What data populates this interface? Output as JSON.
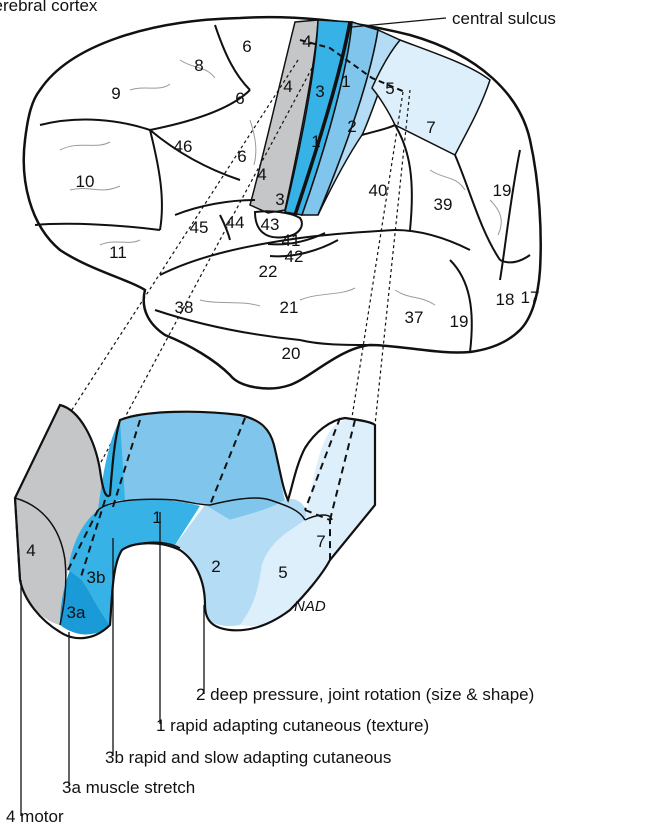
{
  "title": "cerebral cortex",
  "central_sulcus_label": "central sulcus",
  "colors": {
    "motor_grey": "#c5c6c8",
    "area_3a": "#1a9ad6",
    "area_3b": "#36b2e6",
    "area_1": "#80c6ec",
    "area_2": "#b4dcf4",
    "area_5_7": "#dceffb",
    "outline": "#111111"
  },
  "brodmann_areas": {
    "a6a": "6",
    "a6b": "6",
    "a6c": "6",
    "a4a": "4",
    "a4b": "4",
    "a4c": "4",
    "a3a": "3",
    "a3b": "3",
    "a1a": "1",
    "a1b": "1",
    "a2": "2",
    "a5": "5",
    "a7": "7",
    "a8": "8",
    "a9": "9",
    "a46": "46",
    "a10": "10",
    "a11": "11",
    "a45": "45",
    "a44": "44",
    "a43": "43",
    "a41": "41",
    "a42": "42",
    "a22": "22",
    "a38": "38",
    "a21": "21",
    "a20": "20",
    "a37": "37",
    "a40": "40",
    "a39": "39",
    "a19a": "19",
    "a19b": "19",
    "a18": "18",
    "a17": "17"
  },
  "section_labels": {
    "s4": "4",
    "s3b": "3b",
    "s3a": "3a",
    "s1": "1",
    "s2": "2",
    "s5": "5",
    "s7": "7"
  },
  "signature": "NAD",
  "captions": [
    "2 deep pressure, joint rotation (size & shape)",
    "1 rapid adapting cutaneous (texture)",
    "3b rapid and slow adapting cutaneous",
    "3a muscle stretch",
    "4 motor"
  ]
}
